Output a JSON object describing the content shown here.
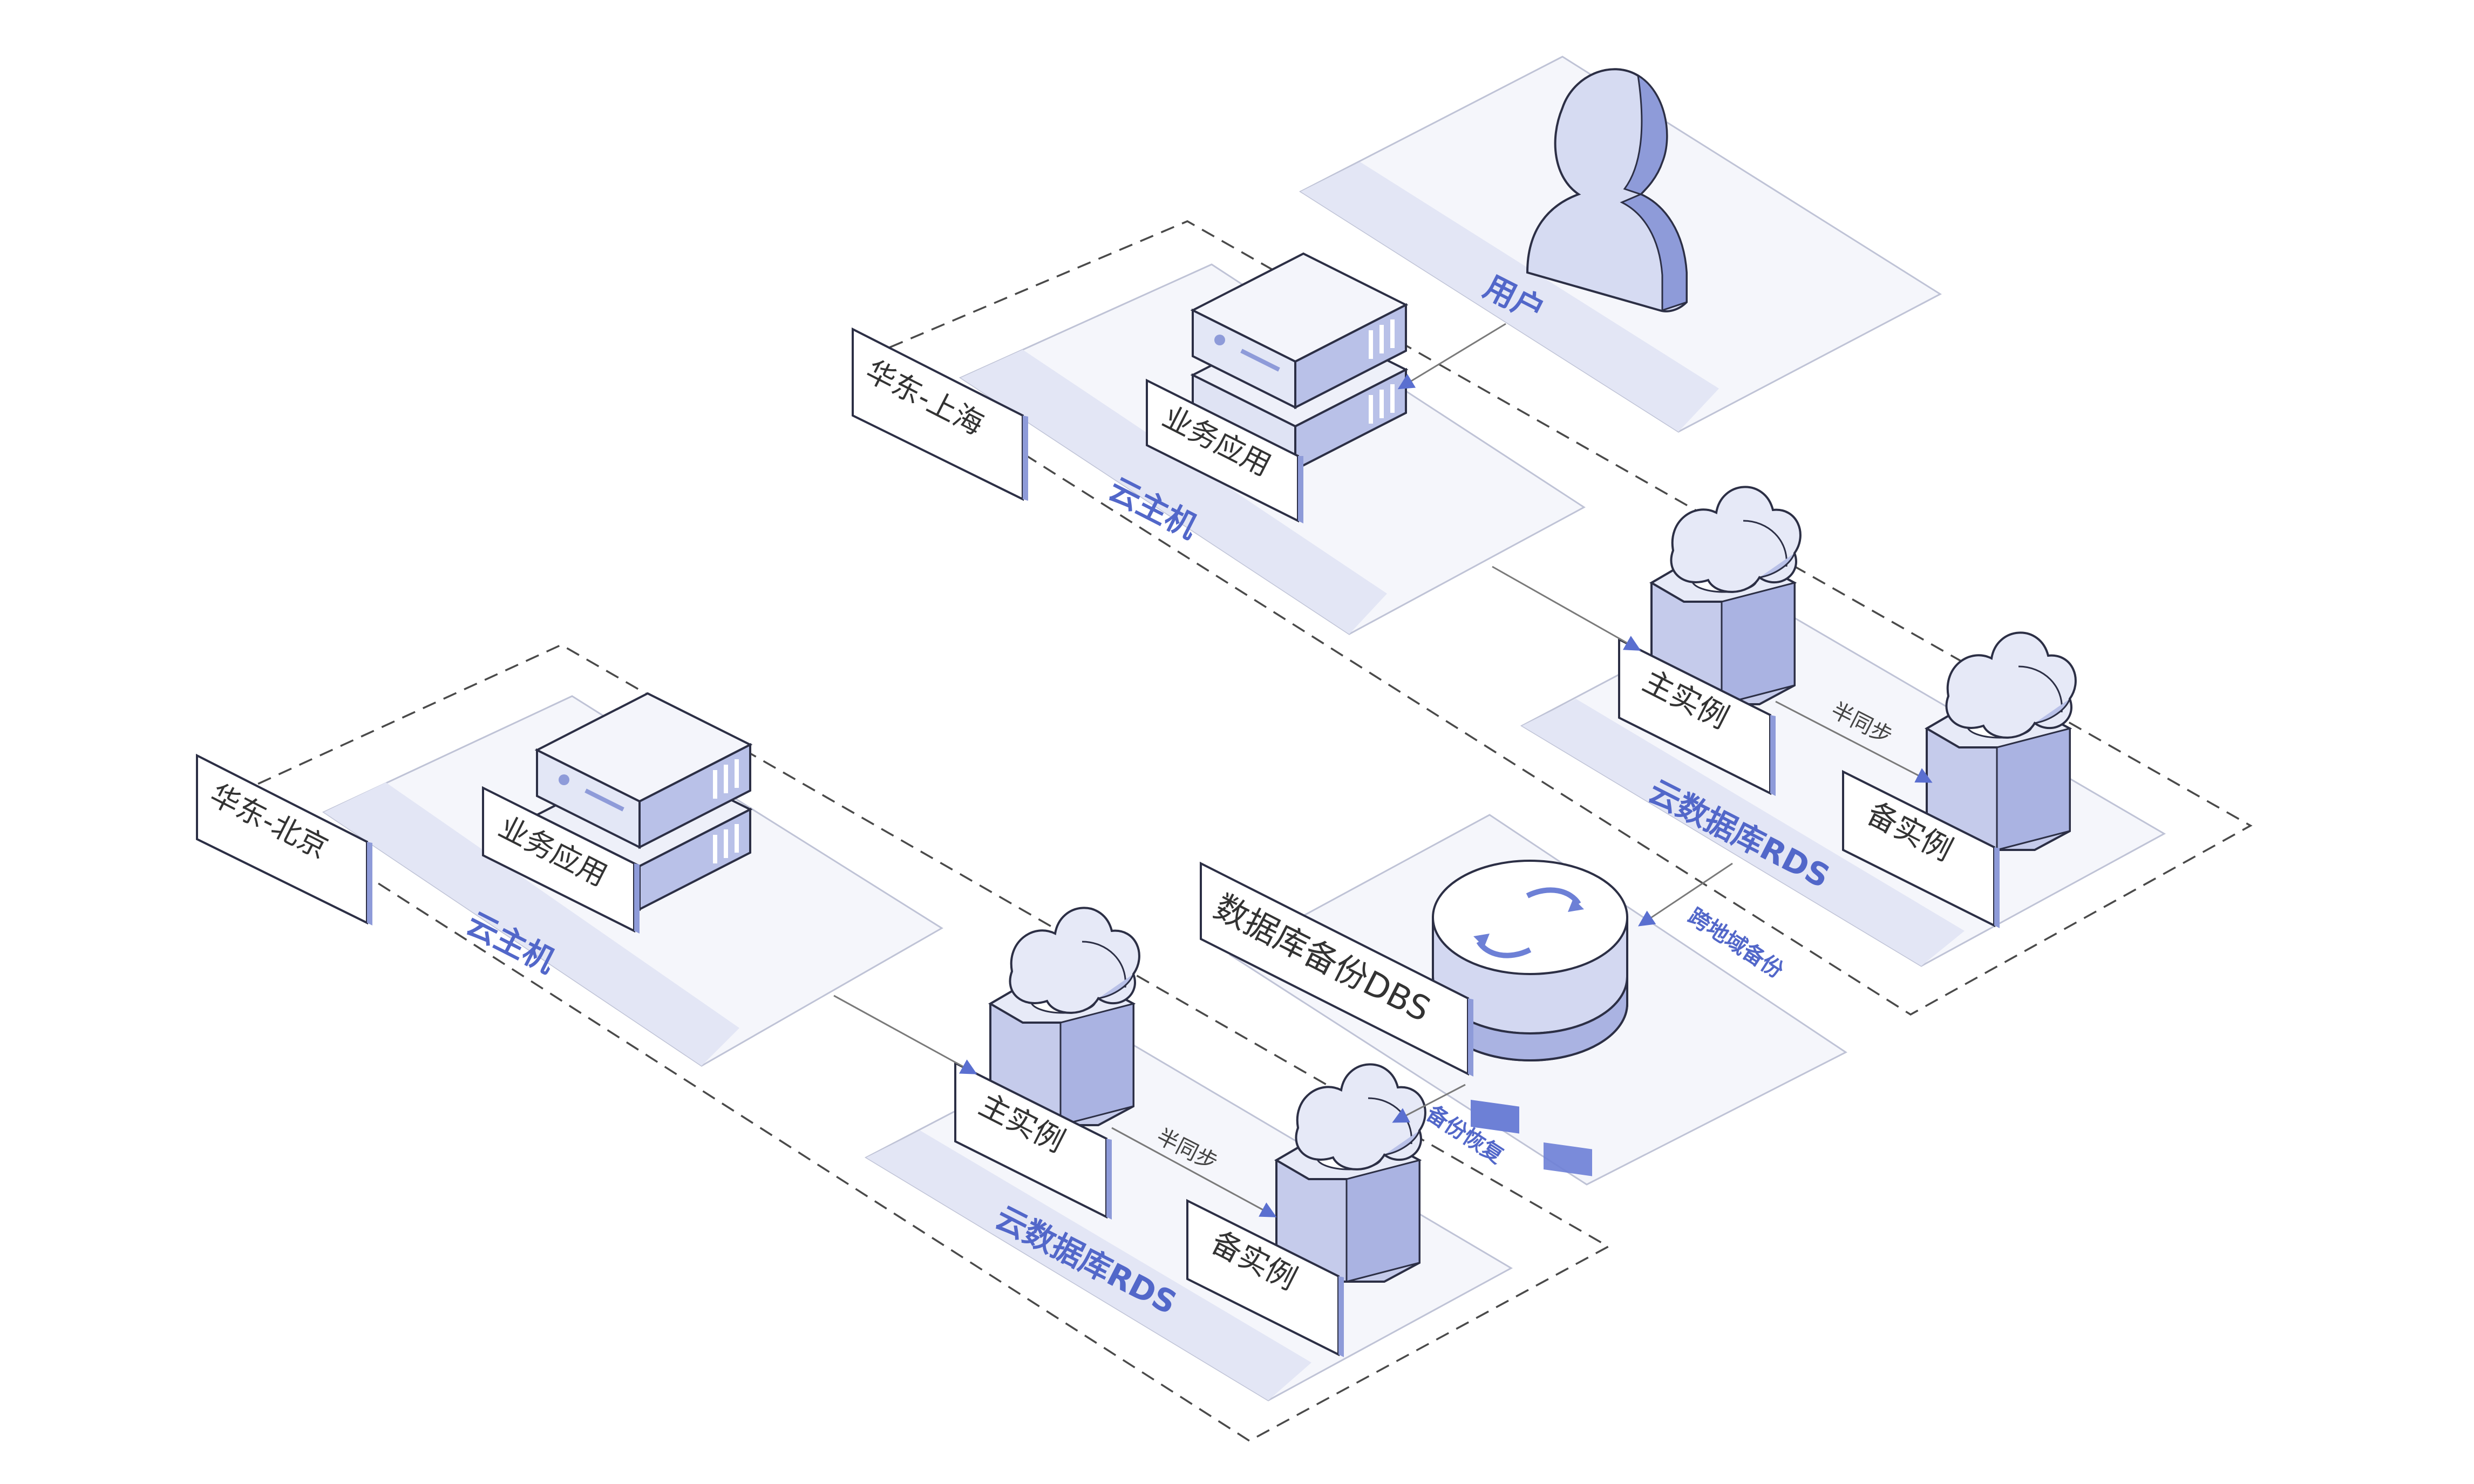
{
  "regions": [
    {
      "label": "华东-上海"
    },
    {
      "label": "华东-北京"
    }
  ],
  "user": {
    "label": "用户"
  },
  "shanghai": {
    "cvm_label": "云主机",
    "app_label": "业务应用",
    "rds_label": "云数据库RDS",
    "master_label": "主实例",
    "slave_label": "备实例",
    "sync_label": "半同步"
  },
  "beijing": {
    "cvm_label": "云主机",
    "app_label": "业务应用",
    "rds_label": "云数据库RDS",
    "master_label": "主实例",
    "slave_label": "备实例",
    "sync_label": "半同步"
  },
  "dbs": {
    "label": "数据库备份DBS",
    "cross_region_label": "跨地域备份",
    "restore_label": "备份恢复"
  },
  "colors": {
    "accent": "#5267c9",
    "plate": "#f5f6fb",
    "band": "#e3e6f5",
    "device_light": "#dfe3f4",
    "device_mid": "#b9c1e8",
    "device_dark": "#8e9bd9"
  }
}
